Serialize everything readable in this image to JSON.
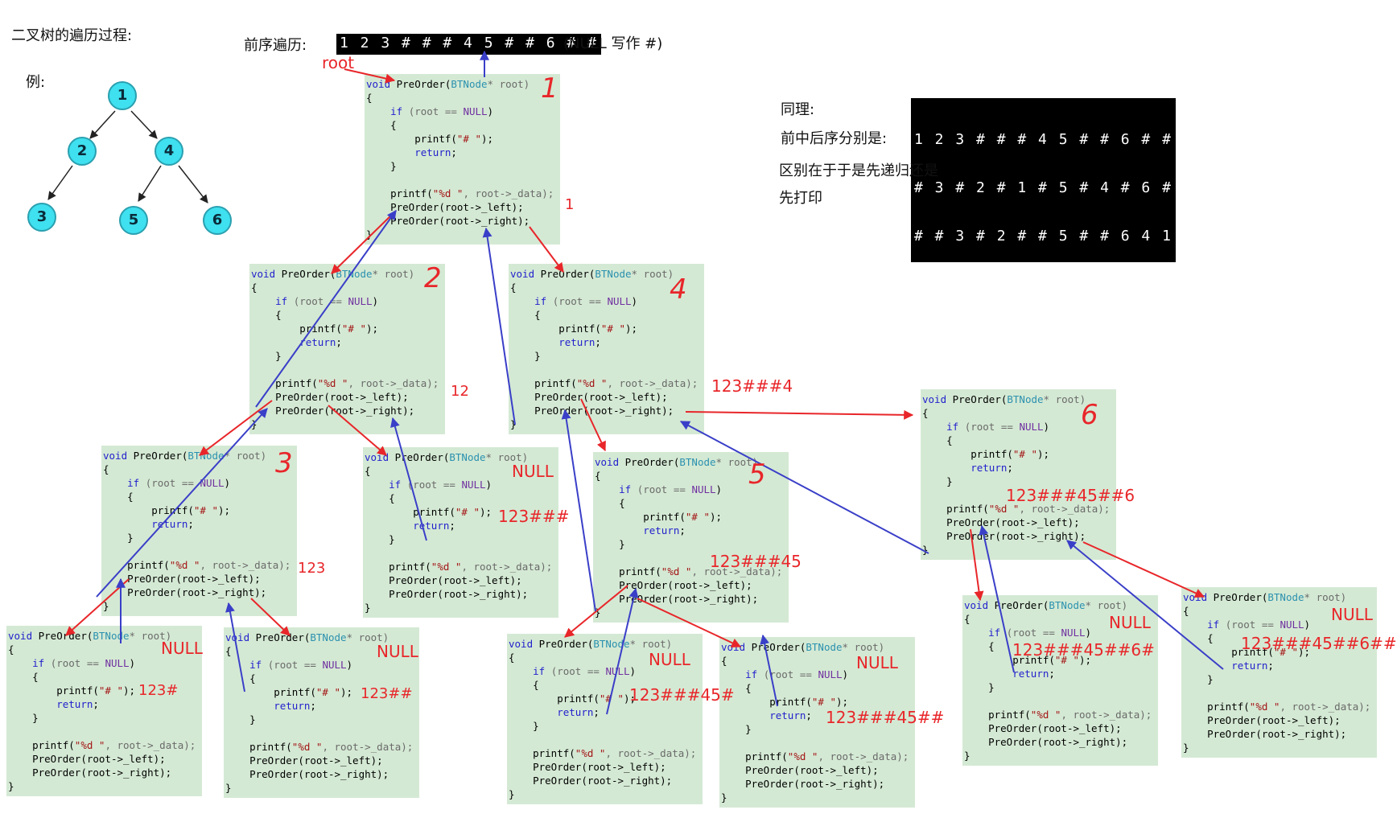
{
  "title": "二叉树的遍历过程:",
  "example_label": "例:",
  "preorder_label": "前序遍历:",
  "preorder_sequence": "1 2 3 # # # 4 5 # # 6 # #",
  "null_note": "(NULL 写作 #)",
  "root_label": "root",
  "similarly": "同理:",
  "orders_label": "前中后序分别是:",
  "orders": [
    "1 2 3 # # # 4 5 # # 6 # #",
    "# 3 # 2 # 1 # 5 # 4 # 6 #",
    "# # 3 # 2 # # 5 # # 6 4 1"
  ],
  "difference_line1": "区别在于于是先递归还是",
  "difference_line2": "先打印",
  "tree_nodes": [
    "1",
    "2",
    "4",
    "3",
    "5",
    "6"
  ],
  "code": {
    "sig_void": "void",
    "sig_func": " PreOrder(",
    "sig_type": "BTNode",
    "sig_rest": "* root)",
    "open_brace": "{",
    "close_brace": "}",
    "if_kw": "if",
    "if_open": " (root == ",
    "null_kw": "NULL",
    "if_close": ")",
    "printf_hash_a": "printf(",
    "printf_hash_str": "\"# \"",
    "printf_hash_b": ");",
    "return_kw": "return",
    "semicolon": ";",
    "printf_d_a": "printf(",
    "printf_d_str": "\"%d \"",
    "printf_d_b": ", root->_data);",
    "call_left": "PreOrder(root->_left);",
    "call_right": "PreOrder(root->_right);"
  },
  "annotations": {
    "n1": "1",
    "n1_small": "1",
    "n2": "2",
    "n2_out": "12",
    "n3": "3",
    "n3_out": "123",
    "n4": "4",
    "n4_out": "123###4",
    "n5": "5",
    "n5_out": "123###45",
    "n6": "6",
    "n6_out": "123###45##6",
    "null": "NULL",
    "l3_out": "123#",
    "r3_out": "123##",
    "r2_out": "123###",
    "l5_out": "123###45#",
    "r5_out": "123###45##",
    "l6_out": "123###45##6#",
    "r6_out": "123###45##6##"
  },
  "colors": {
    "card_bg": "#d4e9d4",
    "red": "#e8262a",
    "blue": "#3a3fc8",
    "node": "#3fe0ef"
  }
}
